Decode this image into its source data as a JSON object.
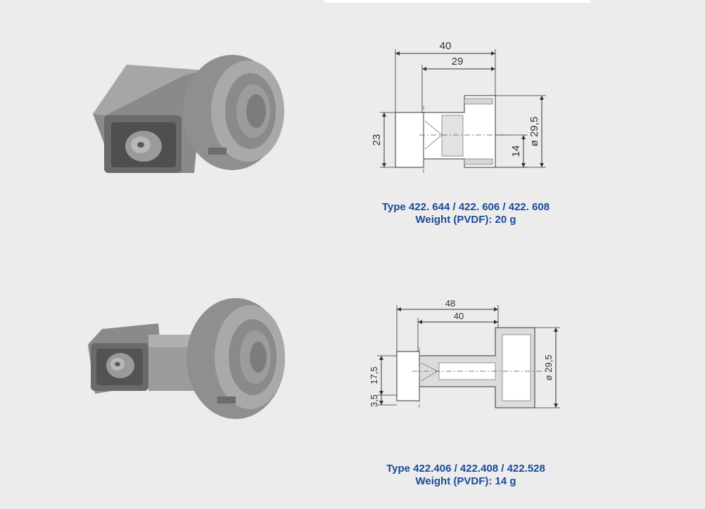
{
  "colors": {
    "background": "#ececec",
    "caption": "#1a4a9a",
    "part_body": "#8f8f8f",
    "part_shade": "#6e6e6e",
    "part_light": "#b4b4b4",
    "line": "#333333",
    "hatch": "#8a8a8a"
  },
  "products": [
    {
      "photo_label": "nozzle-photo-angled",
      "dims": {
        "overall": "40",
        "inner": "29",
        "height": "23",
        "bore": "14",
        "diameter": "ø 29,5"
      },
      "caption": {
        "line1": "Type 422. 644 / 422. 606 / 422. 608",
        "line2": "Weight (PVDF): 20 g"
      }
    },
    {
      "photo_label": "nozzle-photo-straight",
      "dims": {
        "overall": "48",
        "inner": "40",
        "height": "17,5",
        "offset": "3,5",
        "diameter": "ø 29,5"
      },
      "caption": {
        "line1": "Type 422.406 / 422.408 / 422.528",
        "line2": "Weight (PVDF): 14 g"
      }
    }
  ]
}
